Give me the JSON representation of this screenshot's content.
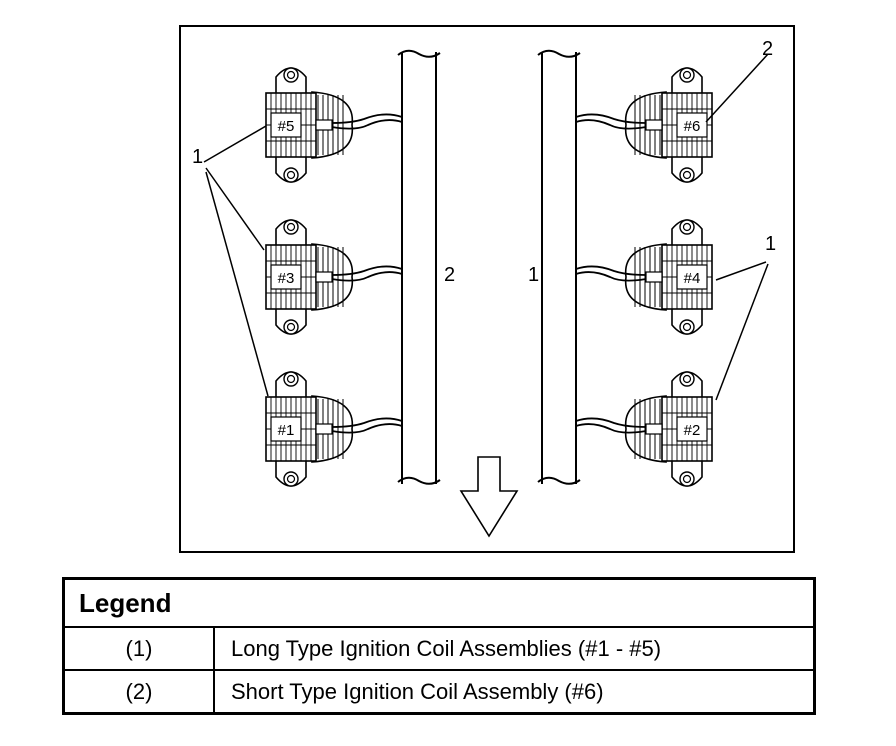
{
  "callouts": {
    "one": "1",
    "two": "2"
  },
  "coils": [
    {
      "id": "#5",
      "side": "left",
      "row": 0
    },
    {
      "id": "#3",
      "side": "left",
      "row": 1
    },
    {
      "id": "#1",
      "side": "left",
      "row": 2
    },
    {
      "id": "#6",
      "side": "right",
      "row": 0
    },
    {
      "id": "#4",
      "side": "right",
      "row": 1
    },
    {
      "id": "#2",
      "side": "right",
      "row": 2
    }
  ],
  "legend": {
    "title": "Legend",
    "rows": [
      {
        "num": "(1)",
        "text": "Long Type Ignition Coil Assemblies (#1 - #5)"
      },
      {
        "num": "(2)",
        "text": "Short Type Ignition Coil Assembly (#6)"
      }
    ]
  }
}
